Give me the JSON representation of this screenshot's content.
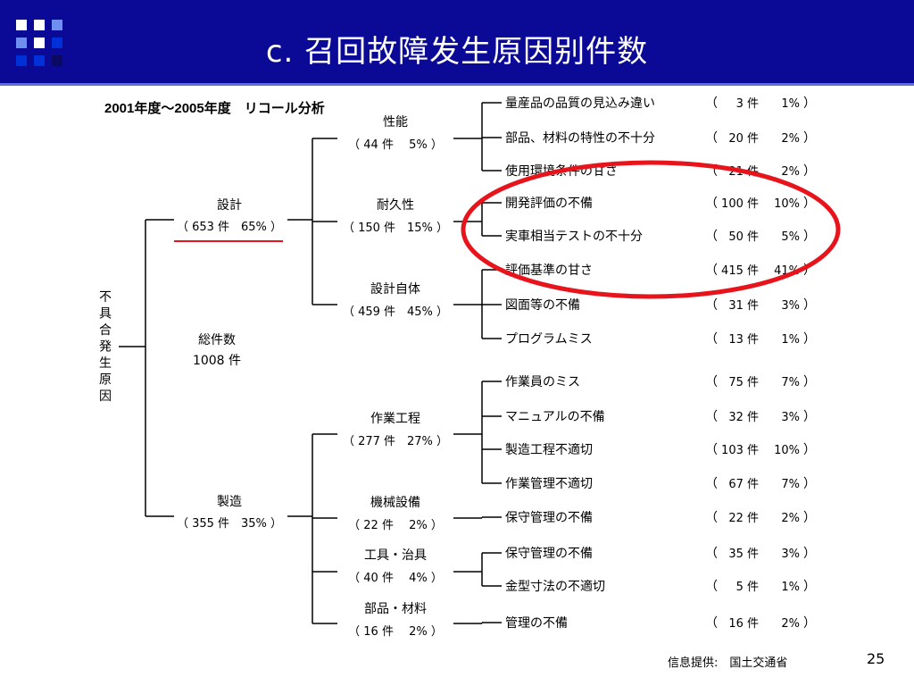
{
  "header": {
    "title": "c. 召回故障发生原因别件数"
  },
  "subtitle": "2001年度～2005年度　リコール分析",
  "colors": {
    "header_bg": "#0a0a96",
    "highlight": "#e8141c",
    "logo_light": "#ffffff",
    "logo_mid": "#6f8ff0",
    "logo_dark": "#0030d8"
  },
  "root": {
    "label": "不具合発生原因"
  },
  "total": {
    "label": "総件数",
    "value": "1008 件"
  },
  "level1": [
    {
      "label": "設計",
      "stat": "（ 653 件　65% ）"
    },
    {
      "label": "製造",
      "stat": "（ 355 件　35% ）"
    }
  ],
  "level2": [
    {
      "label": "性能",
      "stat": "（ 44 件　 5% ）"
    },
    {
      "label": "耐久性",
      "stat": "（ 150 件　15% ）"
    },
    {
      "label": "設計自体",
      "stat": "（ 459 件　45% ）"
    },
    {
      "label": "作業工程",
      "stat": "（ 277 件　27% ）"
    },
    {
      "label": "機械設備",
      "stat": "（ 22 件　 2% ）"
    },
    {
      "label": "工具・治具",
      "stat": "（ 40 件　 4% ）"
    },
    {
      "label": "部品・材料",
      "stat": "（ 16 件　 2% ）"
    }
  ],
  "leaves": [
    {
      "label": "量産品の品質の見込み違い",
      "count": "3 件",
      "pct": "1%"
    },
    {
      "label": "部品、材料の特性の不十分",
      "count": "20 件",
      "pct": "2%"
    },
    {
      "label": "使用環境条件の甘さ",
      "count": "21 件",
      "pct": "2%"
    },
    {
      "label": "開発評価の不備",
      "count": "100 件",
      "pct": "10%"
    },
    {
      "label": "実車相当テストの不十分",
      "count": "50 件",
      "pct": "5%"
    },
    {
      "label": "評価基準の甘さ",
      "count": "415 件",
      "pct": "41%"
    },
    {
      "label": "図面等の不備",
      "count": "31 件",
      "pct": "3%"
    },
    {
      "label": "プログラムミス",
      "count": "13 件",
      "pct": "1%"
    },
    {
      "label": "作業員のミス",
      "count": "75 件",
      "pct": "7%"
    },
    {
      "label": "マニュアルの不備",
      "count": "32 件",
      "pct": "3%"
    },
    {
      "label": "製造工程不適切",
      "count": "103 件",
      "pct": "10%"
    },
    {
      "label": "作業管理不適切",
      "count": "67 件",
      "pct": "7%"
    },
    {
      "label": "保守管理の不備",
      "count": "22 件",
      "pct": "2%"
    },
    {
      "label": "保守管理の不備",
      "count": "35 件",
      "pct": "3%"
    },
    {
      "label": "金型寸法の不適切",
      "count": "5 件",
      "pct": "1%"
    },
    {
      "label": "管理の不備",
      "count": "16 件",
      "pct": "2%"
    }
  ],
  "paren_open": "（",
  "paren_close": "）",
  "footer": {
    "source": "信息提供:　国土交通省",
    "page": "25"
  }
}
